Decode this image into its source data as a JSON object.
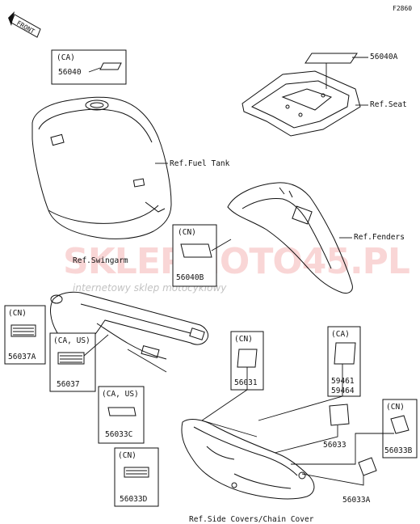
{
  "figure_code": "F2860",
  "front_label": "FRONT",
  "watermark": {
    "brand": "SKLEPMOTO45.PL",
    "tagline": "internetowy sklep motocyklowy"
  },
  "references": {
    "seat": "Ref.Seat",
    "fuel_tank": "Ref.Fuel Tank",
    "fenders": "Ref.Fenders",
    "swingarm": "Ref.Swingarm",
    "side_covers": "Ref.Side Covers/Chain Cover"
  },
  "parts": {
    "p56040": {
      "region": "(CA)",
      "number": "56040"
    },
    "p56040A": {
      "number": "56040A"
    },
    "p56040B": {
      "region": "(CN)",
      "number": "56040B"
    },
    "p56037A": {
      "region": "(CN)",
      "number": "56037A"
    },
    "p56037": {
      "region": "(CA, US)",
      "number": "56037"
    },
    "p56033C": {
      "region": "(CA, US)",
      "number": "56033C"
    },
    "p56033D": {
      "region": "(CN)",
      "number": "56033D"
    },
    "p56031": {
      "region": "(CN)",
      "number": "56031"
    },
    "p59461": {
      "region": "(CA)",
      "number": "59461",
      "number2": "59464"
    },
    "p56033": {
      "number": "56033"
    },
    "p56033B": {
      "region": "(CN)",
      "number": "56033B"
    },
    "p56033A": {
      "number": "56033A"
    }
  }
}
